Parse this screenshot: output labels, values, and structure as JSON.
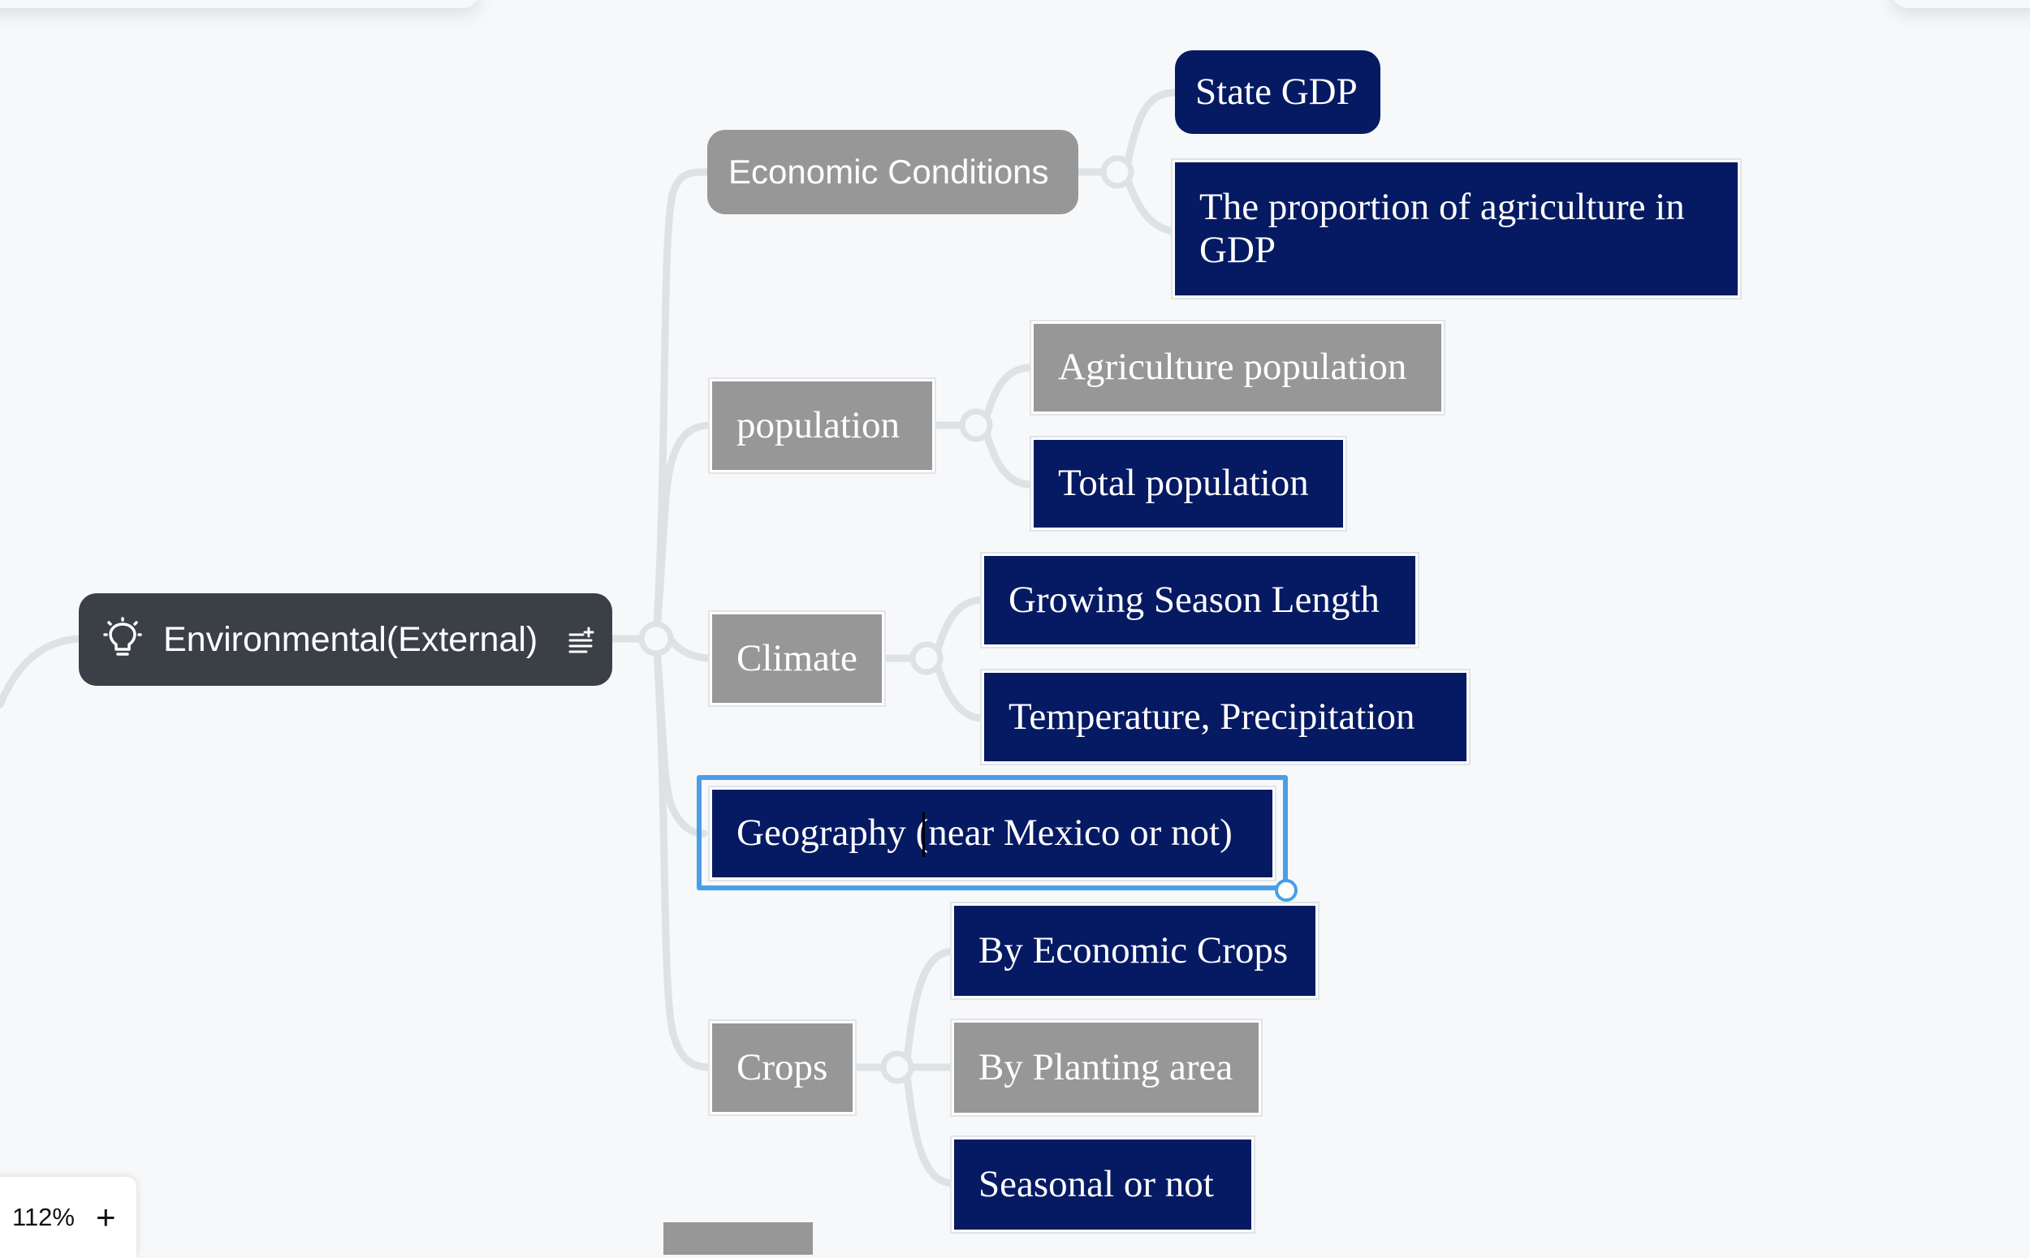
{
  "zoom": {
    "level": "112%",
    "plus_label": "+"
  },
  "mindmap": {
    "root": {
      "label": "Environmental(External)",
      "icon": "lightbulb-icon",
      "notes_icon": "notes-icon"
    },
    "topics": {
      "economic_conditions": {
        "label": "Economic Conditions",
        "children": {
          "state_gdp": "State GDP",
          "agri_gdp": "The proportion of agriculture in GDP"
        }
      },
      "population": {
        "label": "population",
        "children": {
          "agri_pop": "Agriculture population",
          "total_pop": "Total population"
        }
      },
      "climate": {
        "label": "Climate",
        "children": {
          "growing_season": "Growing Season Length",
          "temp_precip": "Temperature, Precipitation"
        }
      },
      "geography": {
        "label": "Geography (near Mexico or not)",
        "selected": true
      },
      "crops": {
        "label": "Crops",
        "children": {
          "economic_crops": "By Economic Crops",
          "planting_area": "By Planting area",
          "seasonal": "Seasonal or not"
        }
      }
    }
  },
  "colors": {
    "background": "#f6f8fa",
    "root": "#3b4047",
    "navy_node": "#061a63",
    "gray_node": "#979797",
    "connector": "#dde2e5",
    "selection": "#4a9fe6"
  }
}
